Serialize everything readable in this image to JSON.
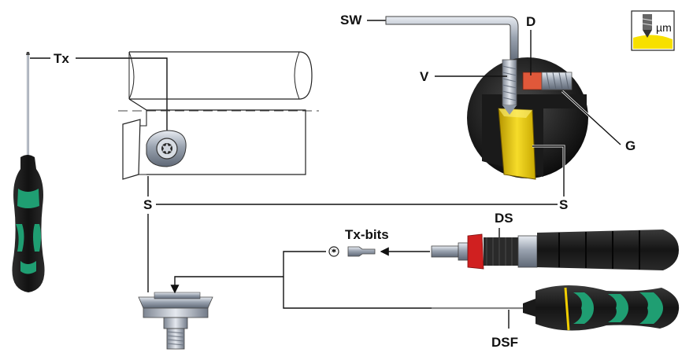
{
  "labels": {
    "tx": "Tx",
    "sw": "SW",
    "d": "D",
    "v": "V",
    "g": "G",
    "s_left": "S",
    "s_right": "S",
    "tx_bits": "Tx-bits",
    "ds": "DS",
    "dsf": "DSF"
  },
  "badge": {
    "unit": "µm",
    "accent_color": "#f7e000"
  },
  "colors": {
    "handle_green": "#1f9e72",
    "handle_black": "#1a1a1a",
    "insert_gold": "#f0d000",
    "ring_red": "#d02020",
    "accent_yellow": "#f2cf00"
  }
}
